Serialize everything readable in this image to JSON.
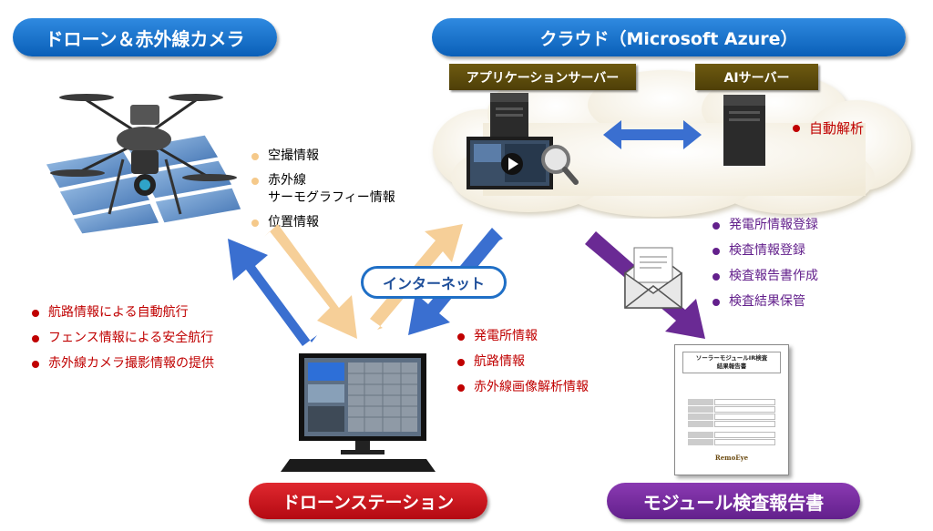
{
  "headers": {
    "drone_camera": "ドローン＆赤外線カメラ",
    "cloud": "クラウド（Microsoft Azure）",
    "app_server": "アプリケーションサーバー",
    "ai_server": "AIサーバー",
    "internet": "インターネット",
    "drone_station": "ドローンステーション",
    "module_report": "モジュール検査報告書"
  },
  "drone_data_list": [
    "空撮情報",
    "赤外線\nサーモグラフィー情報",
    "位置情報"
  ],
  "ai_function": "自動解析",
  "cloud_functions": [
    "発電所情報登録",
    "検査情報登録",
    "検査報告書作成",
    "検査結果保管"
  ],
  "station_to_drone": [
    "航路情報による自動航行",
    "フェンス情報による安全航行",
    "赤外線カメラ撮影情報の提供"
  ],
  "station_to_cloud": [
    "発電所情報",
    "航路情報",
    "赤外線画像解析情報"
  ],
  "report_doc": {
    "title_line1": "ソーラーモジュールIR検査",
    "title_line2": "結果報告書",
    "logo": "RemoEye"
  },
  "colors": {
    "blue": "#0a5fb8",
    "red": "#c00000",
    "purple": "#63208c",
    "olive": "#5a4a0c",
    "peach": "#f5c98a",
    "arrow_blue": "#3a6fd0"
  }
}
